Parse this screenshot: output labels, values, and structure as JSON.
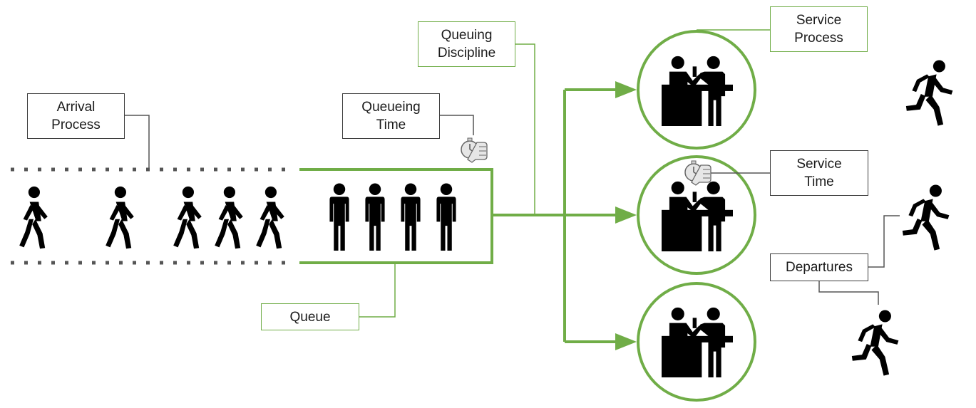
{
  "labels": {
    "arrival_process": [
      "Arrival",
      "Process"
    ],
    "queueing_time": [
      "Queueing",
      "Time"
    ],
    "queuing_discipline": [
      "Queuing",
      "Discipline"
    ],
    "queue": "Queue",
    "service_process": [
      "Service",
      "Process"
    ],
    "service_time": [
      "Service",
      "Time"
    ],
    "departures": "Departures"
  },
  "icons": {
    "arrivals": [
      "walking-person-icon",
      "walking-person-icon",
      "walking-person-icon",
      "walking-person-icon",
      "walking-person-icon"
    ],
    "waiting": [
      "standing-person-icon",
      "standing-person-icon",
      "standing-person-icon",
      "standing-person-icon"
    ],
    "servers": [
      "service-counter-icon",
      "service-counter-icon",
      "service-counter-icon"
    ],
    "departures": [
      "running-person-icon",
      "running-person-icon",
      "running-person-icon"
    ],
    "timers": [
      "stopwatch-icon",
      "stopwatch-icon"
    ]
  },
  "colors": {
    "accent": "#70ad47",
    "label_border_dark": "#3d3d3d",
    "connector": "#555555",
    "figure": "#000000",
    "dotted_boundary": "#555555"
  }
}
